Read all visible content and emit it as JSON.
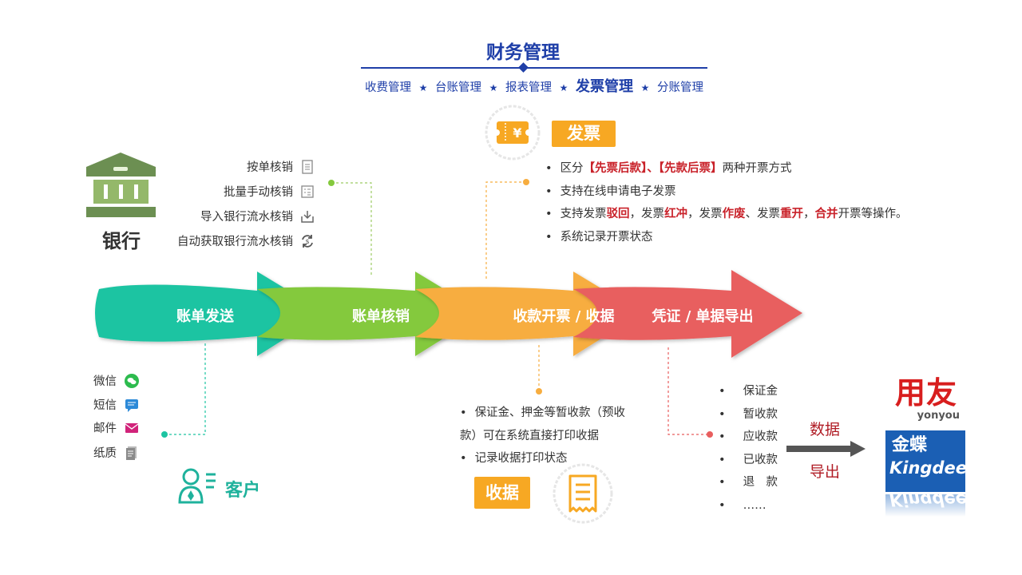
{
  "header": {
    "title": "财务管理",
    "nav": [
      {
        "label": "收费管理",
        "active": false
      },
      {
        "label": "台账管理",
        "active": false
      },
      {
        "label": "报表管理",
        "active": false
      },
      {
        "label": "发票管理",
        "active": true
      },
      {
        "label": "分账管理",
        "active": false
      }
    ],
    "separator": "★"
  },
  "bank": {
    "label": "银行",
    "items": [
      {
        "label": "按单核销",
        "icon": "document-icon"
      },
      {
        "label": "批量手动核销",
        "icon": "checklist-icon"
      },
      {
        "label": "导入银行流水核销",
        "icon": "import-icon"
      },
      {
        "label": "自动获取银行流水核销",
        "icon": "sync-icon"
      }
    ]
  },
  "invoice": {
    "tag": "发票",
    "lines": [
      {
        "parts": [
          {
            "t": "区分",
            "em": false
          },
          {
            "t": "【先票后款】、【先款后票】",
            "em": true
          },
          {
            "t": "两种开票方式",
            "em": false
          }
        ]
      },
      {
        "parts": [
          {
            "t": "支持在线申请电子发票",
            "em": false
          }
        ]
      },
      {
        "parts": [
          {
            "t": "支持发票",
            "em": false
          },
          {
            "t": "驳回",
            "em": true
          },
          {
            "t": "，发票",
            "em": false
          },
          {
            "t": "红冲",
            "em": true
          },
          {
            "t": "，发票",
            "em": false
          },
          {
            "t": "作废",
            "em": true
          },
          {
            "t": "、发票",
            "em": false
          },
          {
            "t": "重开",
            "em": true
          },
          {
            "t": "，",
            "em": false
          },
          {
            "t": "合并",
            "em": true
          },
          {
            "t": "开票等操作。",
            "em": false
          }
        ]
      },
      {
        "parts": [
          {
            "t": "系统记录开票状态",
            "em": false
          }
        ]
      }
    ]
  },
  "flow": {
    "steps": [
      {
        "label": "账单发送",
        "color": "#1dc4a2"
      },
      {
        "label": "账单核销",
        "color": "#84c93d"
      },
      {
        "label": "收款开票 / 收据",
        "color": "#f7ad3f"
      },
      {
        "label": "凭证 / 单据导出",
        "color": "#e85e5e"
      }
    ]
  },
  "channels": {
    "items": [
      {
        "label": "微信",
        "icon": "wechat-icon",
        "color": "#2dbb4e"
      },
      {
        "label": "短信",
        "icon": "sms-icon",
        "color": "#2d8ad8"
      },
      {
        "label": "邮件",
        "icon": "mail-icon",
        "color": "#d1237a"
      },
      {
        "label": "纸质",
        "icon": "paper-icon",
        "color": "#8a8a8a"
      }
    ],
    "client_label": "客户"
  },
  "receipt": {
    "tag": "收据",
    "line1": "保证金、押金等暂收款（预收",
    "line1b": "款）可在系统直接打印收据",
    "line2": "记录收据打印状态"
  },
  "export": {
    "items": [
      "保证金",
      "暂收款",
      "应收款",
      "已收款",
      "退　款",
      "……"
    ],
    "label_top": "数据",
    "label_bottom": "导出"
  },
  "brands": {
    "yonyou_cn": "用友",
    "yonyou_en": "yonyou",
    "kingdee_cn": "金蝶",
    "kingdee_en": "Kingdee"
  },
  "colors": {
    "primary": "#1f3fa8",
    "accent_red": "#c9222a",
    "tag_orange": "#f7a823",
    "bank_green": "#6c8f52",
    "client_teal": "#1fb29c",
    "kingdee_blue": "#1b5fb4",
    "yonyou_red": "#d81e1e"
  }
}
